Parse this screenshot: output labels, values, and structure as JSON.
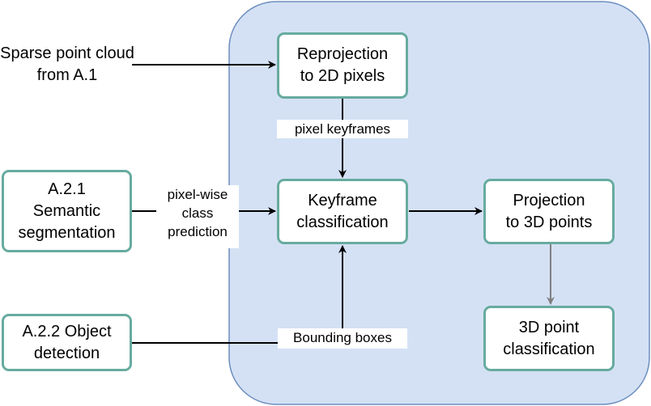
{
  "nodes": {
    "sparse_input": [
      "Sparse point",
      "cloud from A.1"
    ],
    "reprojection": [
      "Reprojection",
      "to 2D pixels"
    ],
    "semantic_seg": [
      "A.2.1",
      "Semantic",
      "segmentation"
    ],
    "keyframe_cls": [
      "Keyframe",
      "classification"
    ],
    "projection_3d": [
      "Projection",
      "to 3D points"
    ],
    "object_det": [
      "A.2.2 Object",
      "detection"
    ],
    "point_cls": [
      "3D point",
      "classification"
    ]
  },
  "edge_labels": {
    "pixel_keyframes": "pixel  keyframes",
    "pixel_wise": [
      "pixel-wise",
      "class",
      "prediction"
    ],
    "bounding_boxes": "Bounding boxes"
  },
  "colors": {
    "container_fill": "#d4e1f5",
    "container_stroke": "#6c8ebf",
    "node_border": "#67ab9f",
    "arrow_black": "#000000",
    "arrow_gray": "#808080"
  }
}
